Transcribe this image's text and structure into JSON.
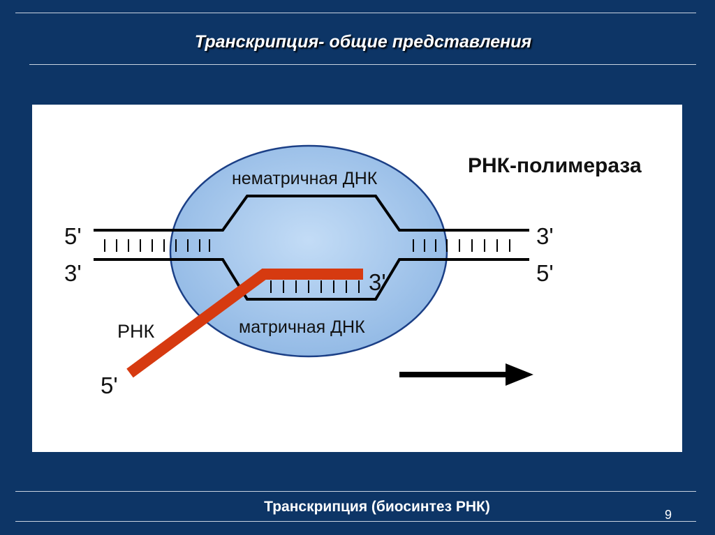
{
  "slide": {
    "title": "Транскрипция- общие представления",
    "footer": "Транскрипция (биосинтез РНК)",
    "page_number": "9"
  },
  "diagram": {
    "enzyme_label": "РНК-полимераза",
    "coding_strand_label": "нематричная ДНК",
    "template_strand_label": "матричная ДНК",
    "rna_label": "РНК",
    "top_left_end": "5'",
    "top_right_end": "3'",
    "bottom_left_end": "3'",
    "bottom_right_end": "5'",
    "rna_growing_end": "3'",
    "rna_start_end": "5'",
    "direction_arrow": "arrow-right-icon",
    "colors": {
      "background": "#0d3566",
      "polymerase": "#9cc1ea",
      "rna": "#d63a10",
      "dna": "#000000"
    }
  }
}
